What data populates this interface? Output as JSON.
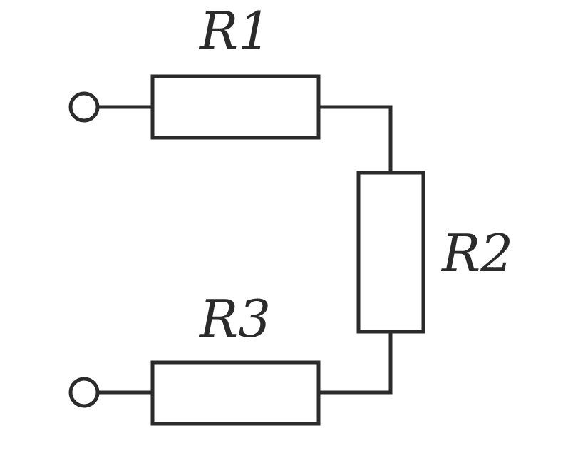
{
  "diagram": {
    "labels": {
      "r1": "R1",
      "r2": "R2",
      "r3": "R3"
    },
    "colors": {
      "stroke": "#2b2b2b",
      "background": "#ffffff"
    }
  }
}
